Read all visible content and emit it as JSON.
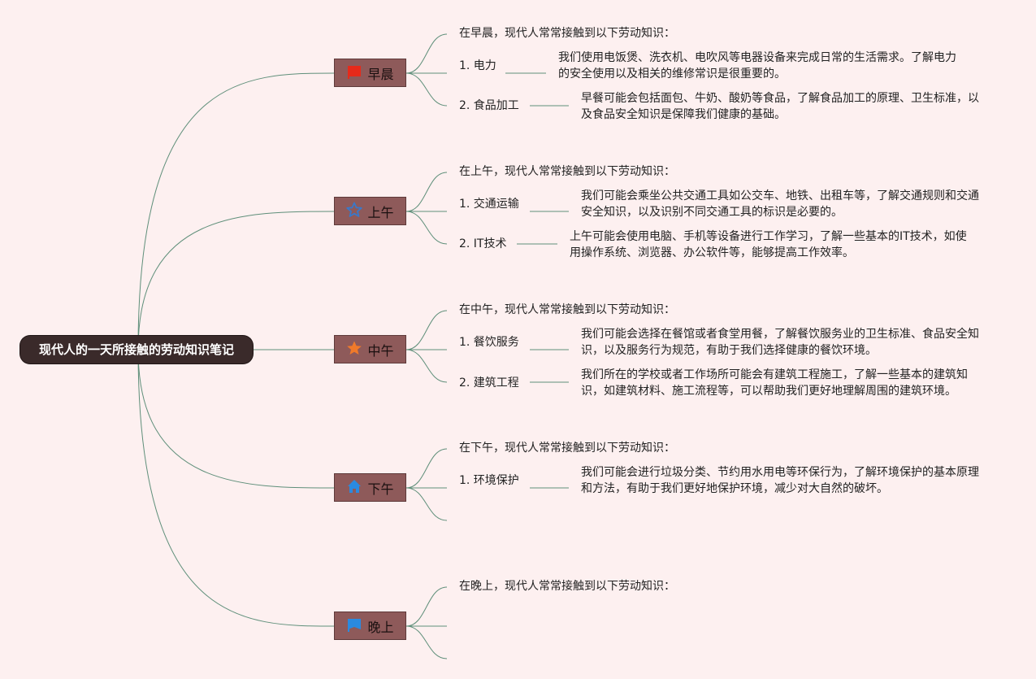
{
  "root": {
    "label": "现代人的一天所接触的劳动知识笔记"
  },
  "branches": [
    {
      "label": "早晨",
      "icon": "red-flag-icon",
      "intro": "在早晨，现代人常常接触到以下劳动知识：",
      "items": [
        {
          "label": "1. 电力",
          "desc": "我们使用电饭煲、洗衣机、电吹风等电器设备来完成日常的生活需求。了解电力的安全使用以及相关的维修常识是很重要的。"
        },
        {
          "label": "2. 食品加工",
          "desc": "早餐可能会包括面包、牛奶、酸奶等食品，了解食品加工的原理、卫生标准，以及食品安全知识是保障我们健康的基础。"
        }
      ]
    },
    {
      "label": "上午",
      "icon": "star-outline-icon",
      "intro": "在上午，现代人常常接触到以下劳动知识：",
      "items": [
        {
          "label": "1. 交通运输",
          "desc": "我们可能会乘坐公共交通工具如公交车、地铁、出租车等，了解交通规则和交通安全知识，以及识别不同交通工具的标识是必要的。"
        },
        {
          "label": "2. IT技术",
          "desc": "上午可能会使用电脑、手机等设备进行工作学习，了解一些基本的IT技术，如使用操作系统、浏览器、办公软件等，能够提高工作效率。"
        }
      ]
    },
    {
      "label": "中午",
      "icon": "orange-star-icon",
      "intro": "在中午，现代人常常接触到以下劳动知识：",
      "items": [
        {
          "label": "1. 餐饮服务",
          "desc": "我们可能会选择在餐馆或者食堂用餐，了解餐饮服务业的卫生标准、食品安全知识，以及服务行为规范，有助于我们选择健康的餐饮环境。"
        },
        {
          "label": "2. 建筑工程",
          "desc": "我们所在的学校或者工作场所可能会有建筑工程施工，了解一些基本的建筑知识，如建筑材料、施工流程等，可以帮助我们更好地理解周围的建筑环境。"
        }
      ]
    },
    {
      "label": "下午",
      "icon": "blue-home-icon",
      "intro": "在下午，现代人常常接触到以下劳动知识：",
      "items": [
        {
          "label": "1. 环境保护",
          "desc": "我们可能会进行垃圾分类、节约用水用电等环保行为，了解环境保护的基本原理和方法，有助于我们更好地保护环境，减少对大自然的破坏。"
        }
      ]
    },
    {
      "label": "晚上",
      "icon": "blue-flag-icon",
      "intro": "在晚上，现代人常常接触到以下劳动知识：",
      "items": []
    }
  ],
  "colors": {
    "line": "#5f8f7a",
    "root": "#3a2a2a",
    "branch": "#8e5a5a",
    "background": "#fdf0f0"
  }
}
